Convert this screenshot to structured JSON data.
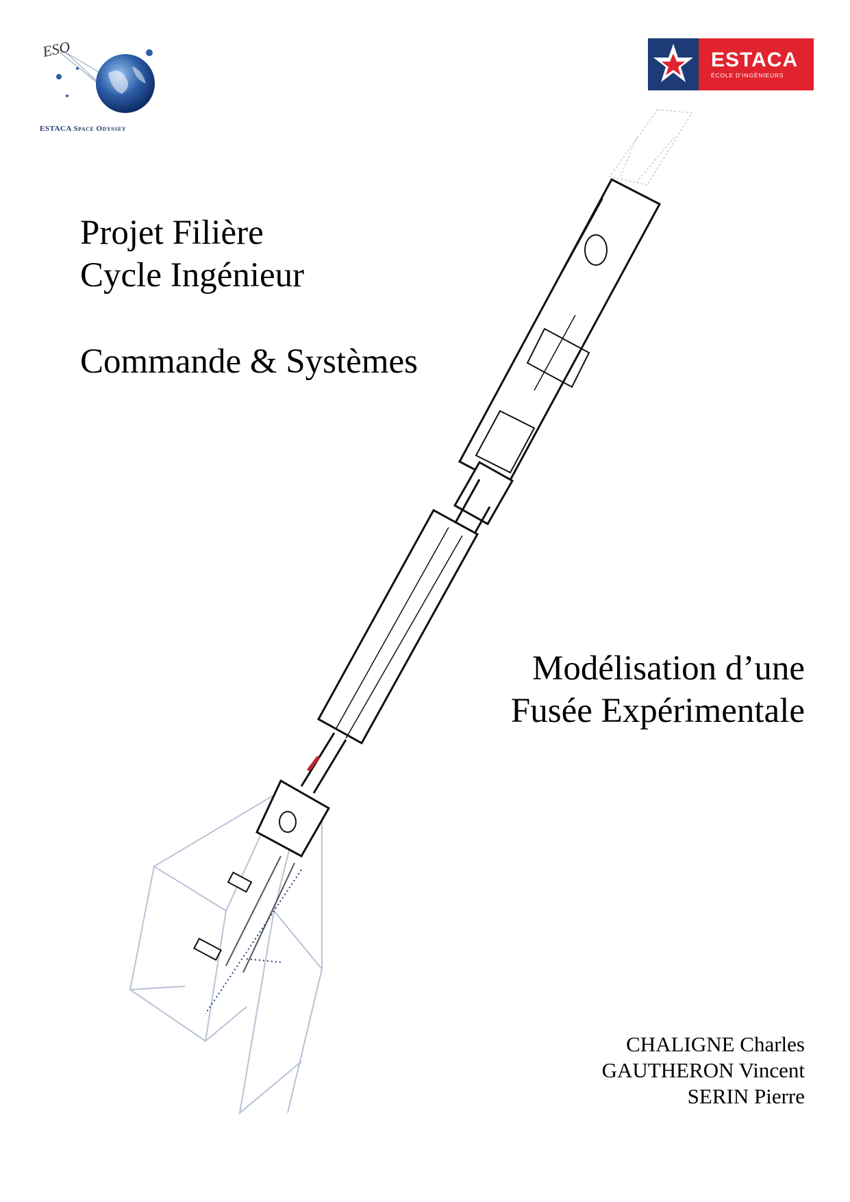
{
  "logos": {
    "left": {
      "caption": "ESTACA Space Odyssey",
      "monogram": "ESO"
    },
    "right": {
      "name": "ESTACA",
      "subtitle": "ÉCOLE D'INGÉNIEURS",
      "colors": {
        "blue": "#1d3b77",
        "red": "#e1232e"
      }
    }
  },
  "header": {
    "line1": "Projet Filière",
    "line2": "Cycle Ingénieur"
  },
  "subject": "Commande & Systèmes",
  "title": {
    "line1": "Modélisation d’une",
    "line2": "Fusée Expérimentale"
  },
  "authors": [
    "CHALIGNE Charles",
    "GAUTHERON Vincent",
    "SERIN Pierre"
  ],
  "illustration": {
    "subject": "rocket-drawing",
    "colors": {
      "outline": "#111111",
      "faded": "#b8c2d6",
      "accent": "#c0262f"
    }
  }
}
